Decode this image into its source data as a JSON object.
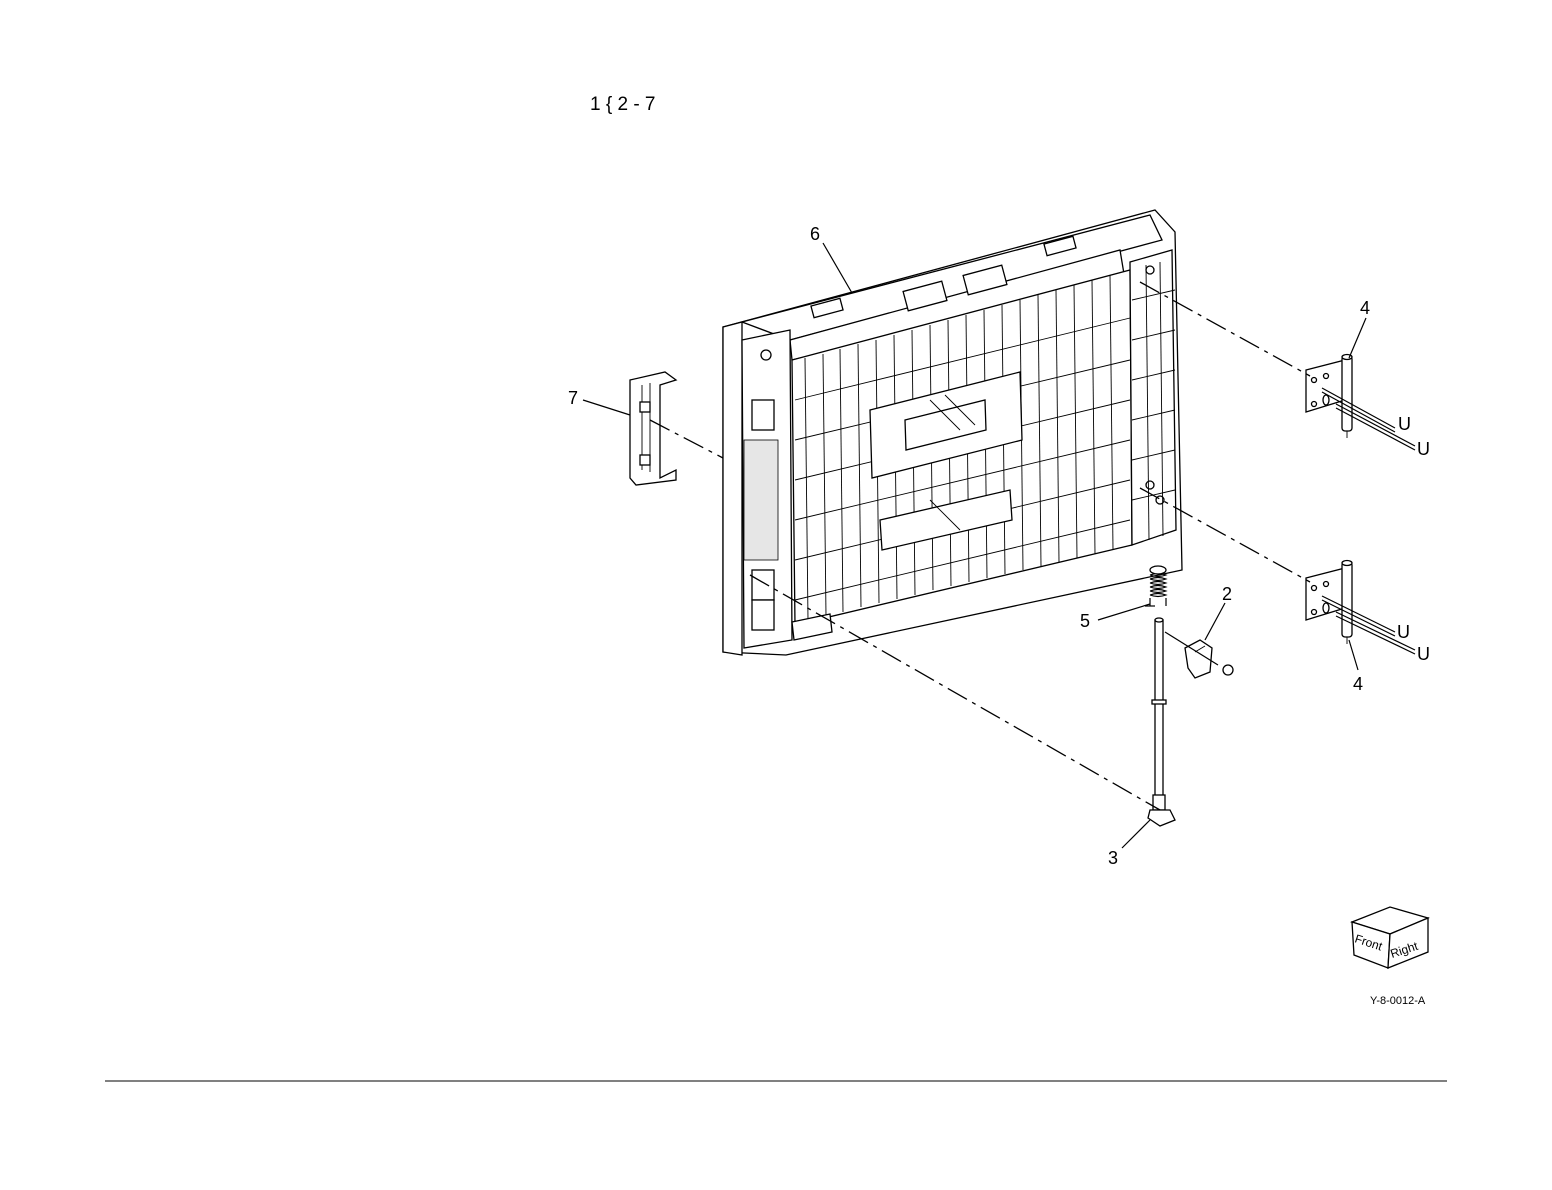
{
  "header": {
    "range_label": "1 { 2 - 7"
  },
  "callouts": {
    "c2": "2",
    "c3": "3",
    "c4_top": "4",
    "c4_bottom": "4",
    "c5": "5",
    "c6": "6",
    "c7": "7"
  },
  "fasteners": {
    "u1": "U",
    "u2": "U",
    "u3": "U",
    "u4": "U"
  },
  "orientation_cube": {
    "front_label": "Front",
    "right_label": "Right"
  },
  "figure_id": "Y-8-0012-A"
}
